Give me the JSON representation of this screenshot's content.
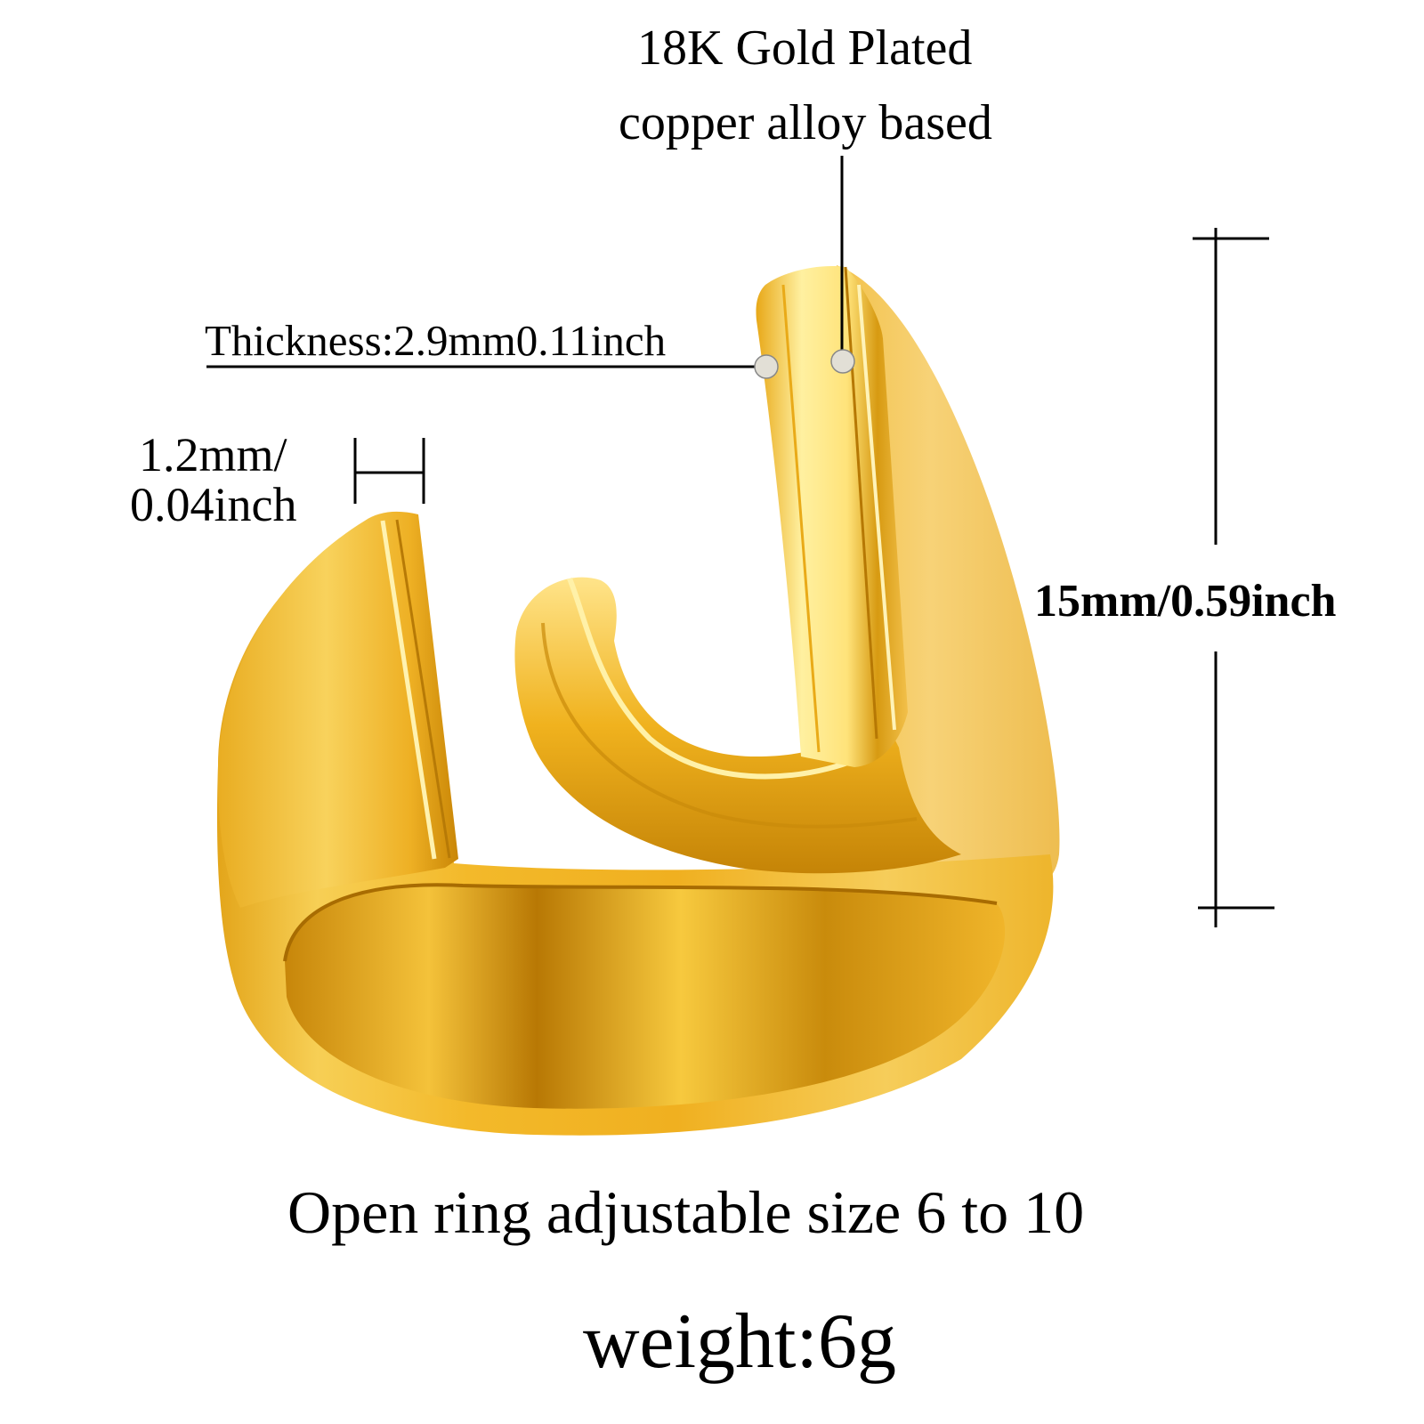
{
  "product": {
    "name": "Open letter J ring",
    "image_description": "gold plated open ring shaped as letter J",
    "colors": {
      "gold_light": "#ffe27a",
      "gold_mid": "#f2b51c",
      "gold_dark": "#b87804",
      "gold_shadow": "#8a5a00",
      "background": "#ffffff",
      "annotation_line": "#000000",
      "marker_dot": "#e2dfd6"
    }
  },
  "annotations": {
    "material": {
      "line1": "18K Gold Plated",
      "line2": "copper alloy based"
    },
    "thickness": {
      "label": "Thickness:2.9mm0.11inch"
    },
    "gap": {
      "line1": "1.2mm/",
      "line2": "0.04inch"
    },
    "height": {
      "label": "15mm/0.59inch"
    },
    "size": {
      "label": "Open ring adjustable size 6 to 10"
    },
    "weight": {
      "label": "weight:6g"
    }
  },
  "icons": {
    "dimension_bracket_gap": "horizontal-dimension-bracket-icon",
    "dimension_bracket_height": "vertical-dimension-bracket-icon",
    "marker_dots": "leader-marker-dot-icon"
  }
}
